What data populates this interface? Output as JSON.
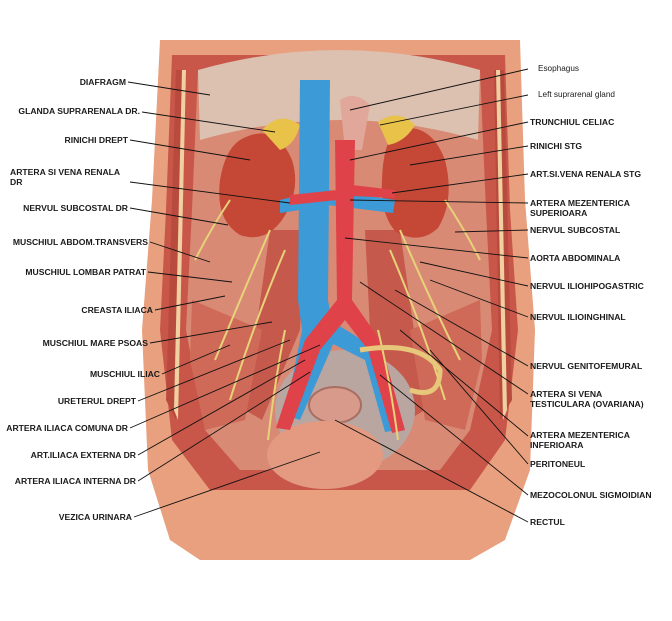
{
  "labels_left": [
    {
      "id": "diafragm",
      "text": "DIAFRAGM"
    },
    {
      "id": "glanda-suprarenala-dr",
      "text": "GLANDA SUPRARENALA DR."
    },
    {
      "id": "rinichi-drept",
      "text": "RINICHI DREPT"
    },
    {
      "id": "artera-vena-renala-dr",
      "text": "ARTERA SI VENA RENALA DR"
    },
    {
      "id": "nervul-subcostal-dr",
      "text": "NERVUL SUBCOSTAL DR"
    },
    {
      "id": "muschiul-abdom-transvers",
      "text": "MUSCHIUL ABDOM.TRANSVERS"
    },
    {
      "id": "muschiul-lombar-patrat",
      "text": "MUSCHIUL LOMBAR PATRAT"
    },
    {
      "id": "creasta-iliaca",
      "text": "CREASTA ILIACA"
    },
    {
      "id": "muschiul-mare-psoas",
      "text": "MUSCHIUL MARE PSOAS"
    },
    {
      "id": "muschiul-iliac",
      "text": "MUSCHIUL ILIAC"
    },
    {
      "id": "ureterul-drept",
      "text": "URETERUL DREPT"
    },
    {
      "id": "artera-iliaca-comuna-dr",
      "text": "ARTERA ILIACA COMUNA DR"
    },
    {
      "id": "art-iliaca-externa-dr",
      "text": "ART.ILIACA EXTERNA DR"
    },
    {
      "id": "artera-iliaca-interna-dr",
      "text": "ARTERA ILIACA INTERNA DR"
    },
    {
      "id": "vezica-urinara",
      "text": "VEZICA URINARA"
    }
  ],
  "labels_right": [
    {
      "id": "esophagus",
      "text": "Esophagus"
    },
    {
      "id": "left-suprarenal-gland",
      "text": "Left suprarenal gland"
    },
    {
      "id": "trunchiul-celiac",
      "text": "TRUNCHIUL CELIAC"
    },
    {
      "id": "rinichi-stg",
      "text": "RINICHI STG"
    },
    {
      "id": "art-vena-renala-stg",
      "text": "ART.SI.VENA RENALA STG"
    },
    {
      "id": "artera-mezenterica-superioara",
      "text": "ARTERA MEZENTERICA SUPERIOARA"
    },
    {
      "id": "nervul-subcostal",
      "text": "NERVUL SUBCOSTAL"
    },
    {
      "id": "aorta-abdominala",
      "text": "AORTA ABDOMINALA"
    },
    {
      "id": "nervul-iliohipogastric",
      "text": "NERVUL ILIOHIPOGASTRIC"
    },
    {
      "id": "nervul-ilioinghinal",
      "text": "NERVUL ILIOINGHINAL"
    },
    {
      "id": "nervul-genitofemural",
      "text": "NERVUL GENITOFEMURAL"
    },
    {
      "id": "artera-vena-testiculara",
      "text": "ARTERA SI VENA TESTICULARA (OVARIANA)"
    },
    {
      "id": "artera-mezenterica-inferioara",
      "text": "ARTERA MEZENTERICA INFERIOARA"
    },
    {
      "id": "peritoneul",
      "text": "PERITONEUL"
    },
    {
      "id": "mezocolonul-sigmoidian",
      "text": "MEZOCOLONUL SIGMOIDIAN"
    },
    {
      "id": "rectul",
      "text": "RECTUL"
    }
  ],
  "colors": {
    "skin": "#e9a07e",
    "muscle": "#c8574a",
    "kidney": "#c54836",
    "vein": "#3c9ad6",
    "artery": "#e0424a",
    "nerve": "#e7d27a",
    "bladder": "#e39a80",
    "leader": "#111111"
  }
}
